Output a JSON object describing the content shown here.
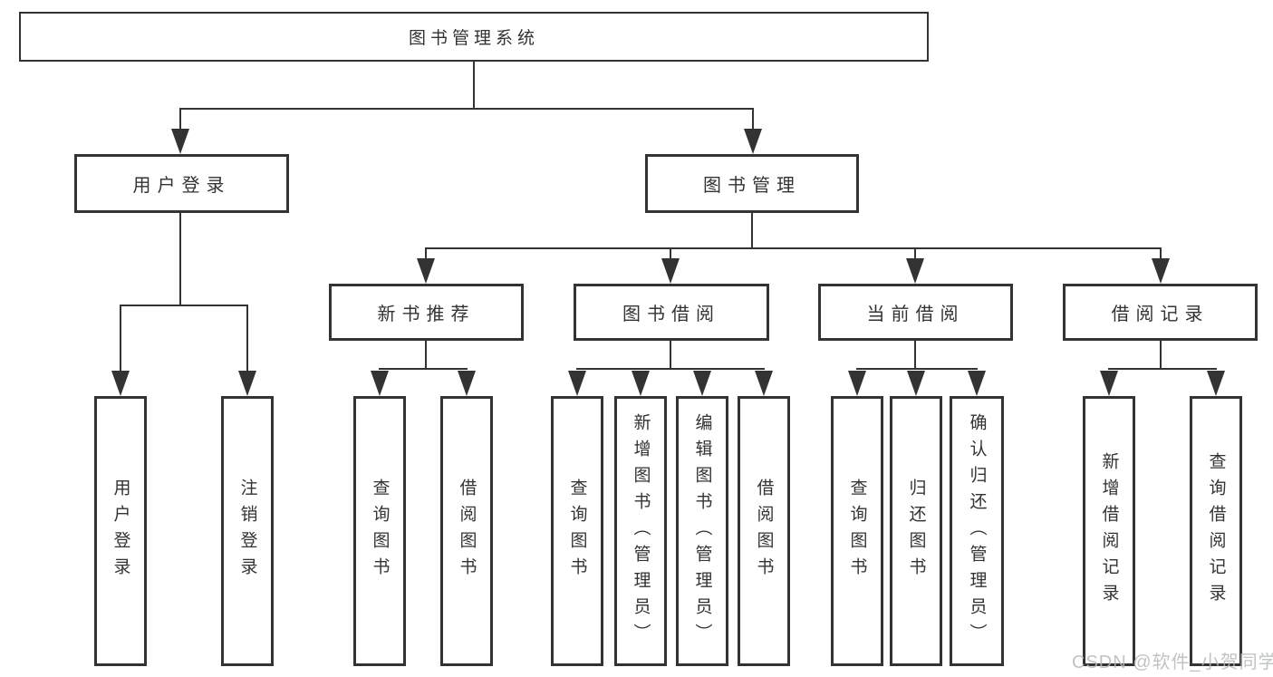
{
  "diagram": {
    "root": {
      "label": "图书管理系统"
    },
    "level2": {
      "user_login": {
        "label": "用户登录"
      },
      "book_mgmt": {
        "label": "图书管理"
      }
    },
    "level3": {
      "new_books": {
        "label": "新书推荐"
      },
      "book_borrow": {
        "label": "图书借阅"
      },
      "current_borrow": {
        "label": "当前借阅"
      },
      "borrow_records": {
        "label": "借阅记录"
      }
    },
    "leaves": {
      "user_login": [
        "用户登录",
        "注销登录"
      ],
      "new_books": [
        "查询图书",
        "借阅图书"
      ],
      "book_borrow": [
        "查询图书",
        "新增图书（管理员）",
        "编辑图书（管理员）",
        "借阅图书"
      ],
      "current_borrow": [
        "查询图书",
        "归还图书",
        "确认归还（管理员）"
      ],
      "borrow_records": [
        "新增借阅记录",
        "查询借阅记录"
      ]
    },
    "watermark": "CSDN @软件_小贺同学",
    "colors": {
      "line": "#333333",
      "text": "#333333",
      "box_fill": "#ffffff",
      "background": "#ffffff",
      "watermark": "#b5b9bd"
    }
  }
}
